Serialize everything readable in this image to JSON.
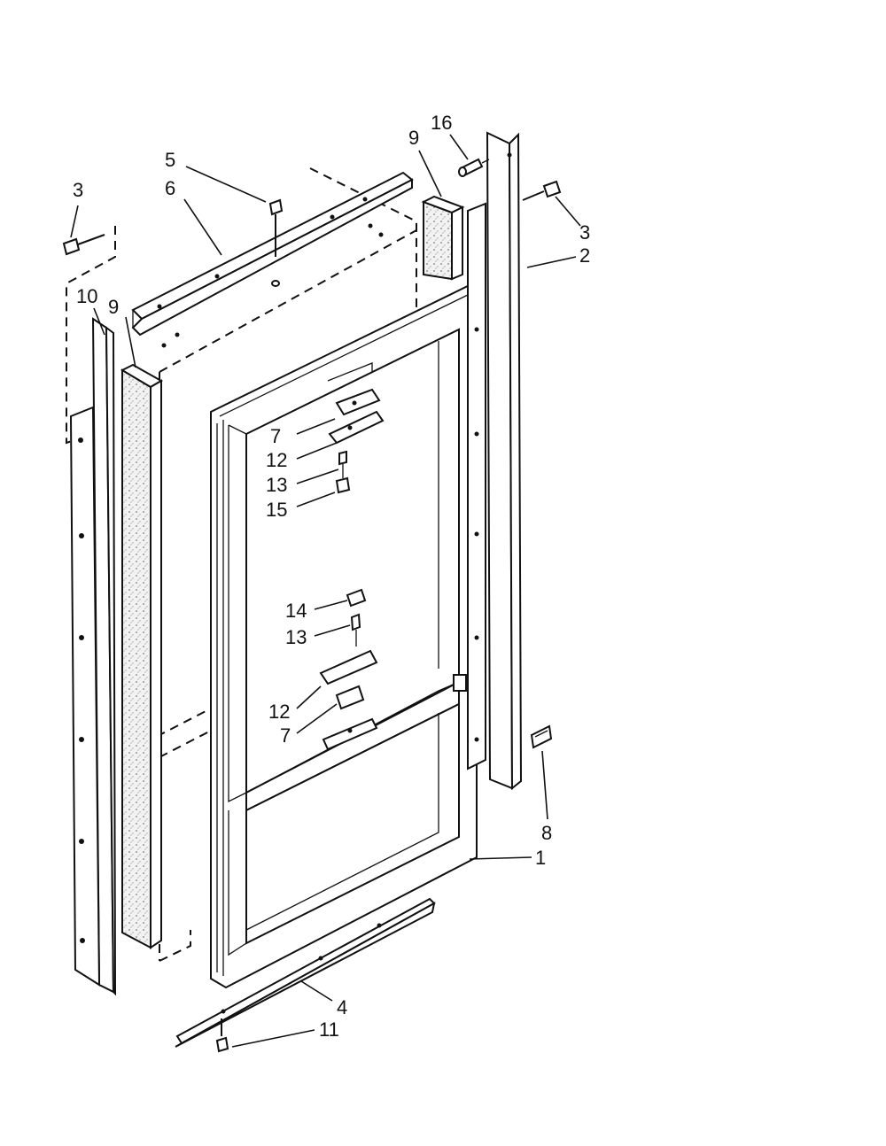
{
  "diagram": {
    "colors": {
      "ink": "#111111",
      "background": "#ffffff",
      "foam": "#e8e8e8"
    },
    "callouts": [
      {
        "id": "c16",
        "label": "16"
      },
      {
        "id": "c9a",
        "label": "9"
      },
      {
        "id": "c5",
        "label": "5"
      },
      {
        "id": "c6",
        "label": "6"
      },
      {
        "id": "c3a",
        "label": "3"
      },
      {
        "id": "c3b",
        "label": "3"
      },
      {
        "id": "c2",
        "label": "2"
      },
      {
        "id": "c10",
        "label": "10"
      },
      {
        "id": "c9b",
        "label": "9"
      },
      {
        "id": "c7a",
        "label": "7"
      },
      {
        "id": "c12a",
        "label": "12"
      },
      {
        "id": "c13a",
        "label": "13"
      },
      {
        "id": "c15",
        "label": "15"
      },
      {
        "id": "c14",
        "label": "14"
      },
      {
        "id": "c13b",
        "label": "13"
      },
      {
        "id": "c12b",
        "label": "12"
      },
      {
        "id": "c7b",
        "label": "7"
      },
      {
        "id": "c8",
        "label": "8"
      },
      {
        "id": "c1",
        "label": "1"
      },
      {
        "id": "c4",
        "label": "4"
      },
      {
        "id": "c11",
        "label": "11"
      }
    ]
  }
}
